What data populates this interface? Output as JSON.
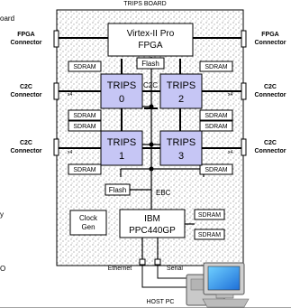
{
  "diagram": {
    "title": "TRIPS BOARD",
    "fpga": {
      "line1": "Virtex-II Pro",
      "line2": "FPGA"
    },
    "flash_top": "Flash",
    "flash_mid": "Flash",
    "sdram": "SDRAM",
    "trips": [
      {
        "name": "TRIPS",
        "num": "0"
      },
      {
        "name": "TRIPS",
        "num": "2"
      },
      {
        "name": "TRIPS",
        "num": "1"
      },
      {
        "name": "TRIPS",
        "num": "3"
      }
    ],
    "c2c_bus": "C2C",
    "ebc": "EBC",
    "clock": {
      "line1": "Clock",
      "line2": "Gen"
    },
    "ibm": {
      "line1": "IBM",
      "line2": "PPC440GP"
    },
    "ethernet": "Ethernet",
    "serial": "Serial",
    "host_pc": "HOST PC",
    "port_num": "x4",
    "left_connectors": [
      {
        "line1": "FPGA",
        "line2": "Connector"
      },
      {
        "line1": "C2C",
        "line2": "Connector"
      },
      {
        "line1": "C2C",
        "line2": "Connector"
      }
    ],
    "right_connectors": [
      {
        "line1": "FPGA",
        "line2": "Connector"
      },
      {
        "line1": "C2C",
        "line2": "Connector"
      },
      {
        "line1": "C2C",
        "line2": "Connector"
      }
    ],
    "left_margin_fragments": [
      "oard",
      "y",
      "O"
    ]
  }
}
